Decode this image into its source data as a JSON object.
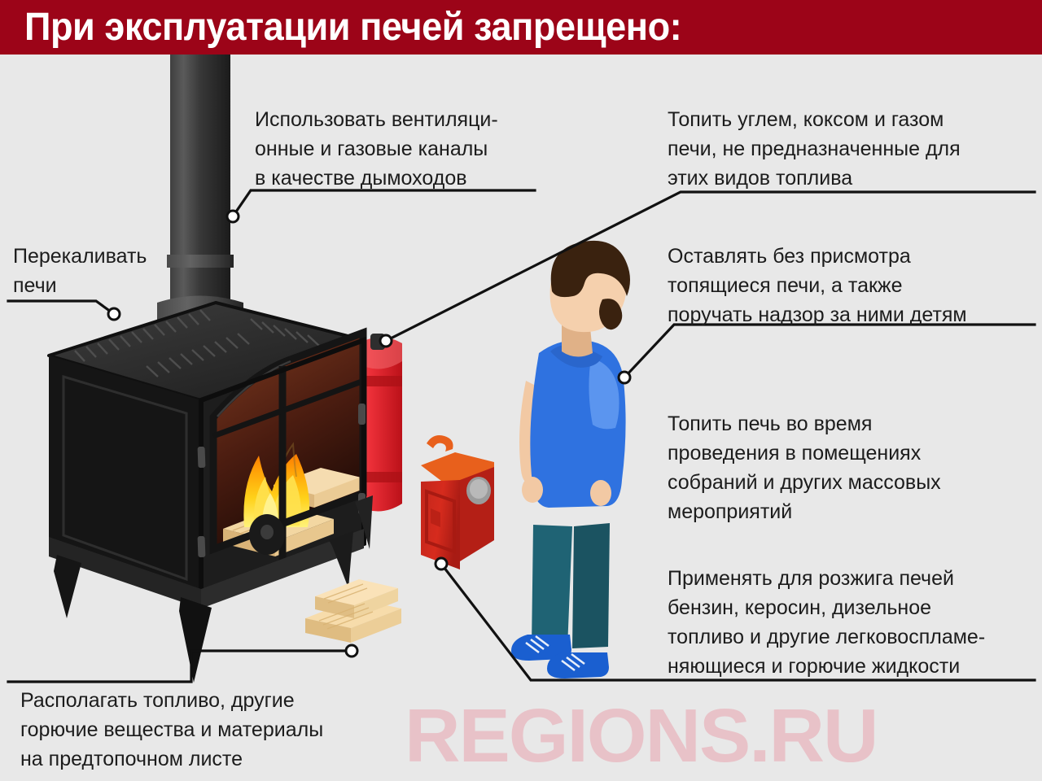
{
  "header": {
    "title": "При эксплуатации печей запрещено:",
    "banner_color": "#9c0418",
    "title_color": "#ffffff"
  },
  "page": {
    "background_color": "#e8e8e8",
    "text_color": "#1c1c1c"
  },
  "callouts": [
    {
      "id": "chimney-misuse",
      "text": "Использовать вентиляци-\nонные и газовые каналы\nв качестве дымоходов",
      "target": "stove-chimney-pipe"
    },
    {
      "id": "overheating",
      "text": "Перекаливать\nпечи",
      "target": "stove-top-plate"
    },
    {
      "id": "wrong-fuel",
      "text": "Топить углем, коксом и газом\nпечи, не предназначенные для\nэтих видов топлива",
      "target": "gas-cylinder"
    },
    {
      "id": "unattended",
      "text": "Оставлять без присмотра\nтопящиеся печи, а также\nпоручать надзор за ними детям",
      "target": "person-figure"
    },
    {
      "id": "public-events",
      "text": "Топить печь во время\nпроведения в помещениях\nсобраний и других массовых\nмероприятий",
      "target": "person-figure"
    },
    {
      "id": "flammable-liquids",
      "text": "Применять для розжига печей\nбензин, керосин, дизельное\nтопливо и другие легковоспламе-\nняющиеся и горючие жидкости",
      "target": "fuel-canister"
    },
    {
      "id": "fuel-storage",
      "text": "Располагать топливо, другие\nгорючие вещества и материалы\nна предтопочном листе",
      "target": "firewood-stack"
    }
  ],
  "illustration": {
    "stove": {
      "label": "wood-burning-stove",
      "body_color": "#1c1c1c",
      "top_color": "#3a3a3a",
      "fire_colors": [
        "#ffd200",
        "#ff9d00",
        "#ffe873"
      ],
      "log_color": "#f5d9a8"
    },
    "gas_cylinder": {
      "label": "red-gas-cylinder",
      "color": "#e8252d"
    },
    "fuel_canister": {
      "label": "red-jerrycan",
      "body_color": "#d6291e",
      "top_color": "#e8601c"
    },
    "firewood": {
      "label": "firewood-stack",
      "color": "#f7d9a0"
    },
    "person": {
      "label": "standing-man",
      "shirt_color": "#2f72e0",
      "pants_color": "#1c5a66",
      "shoe_color": "#1a5fd0",
      "hair_color": "#3a220f",
      "skin_color": "#f2c9a4"
    }
  },
  "watermark": {
    "text": "REGIONS.RU",
    "color": "#e8c2c8"
  }
}
